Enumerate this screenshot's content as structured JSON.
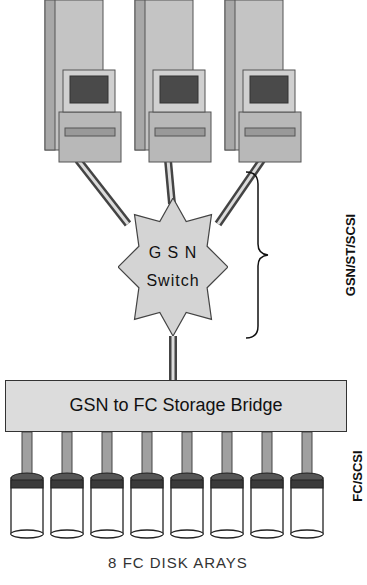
{
  "diagram": {
    "nodes": [
      {
        "text": [
          "G S N Switch"
        ]
      },
      {
        "text": [
          "GSN to FC Storage Bridge"
        ]
      }
    ],
    "edges": [
      {
        "from": 0,
        "to": 1,
        "arrow": "none"
      }
    ],
    "labels": [
      "GSN/ST/SCSI",
      "FC/SCSI",
      "8 FC DISK ARAYS"
    ]
  }
}
